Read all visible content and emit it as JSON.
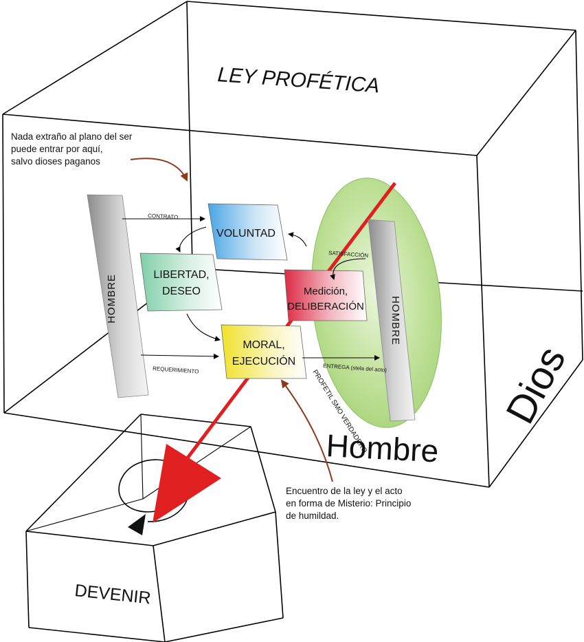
{
  "diagram": {
    "title": "LEY PROFÉTICA",
    "note_top": [
      "Nada extraño al plano del ser",
      "puede entrar por aquí,",
      "salvo dioses paganos"
    ],
    "hombre_left": "HOMBRE",
    "hombre_right": "HOMBRE",
    "voluntad": "VOLUNTAD",
    "libertad": [
      "LIBERTAD,",
      "DESEO"
    ],
    "medicion": [
      "Medición,",
      "DELIBERACIÓN"
    ],
    "moral": [
      "MORAL,",
      "EJECUCIÓN"
    ],
    "contrato": "CONTRATO",
    "requerimiento": "REQUERIMIENTO",
    "satisfaccion": "SATISFACCIÓN",
    "entrega": "ENTREGA (stela del acto)",
    "profeta": "PROFETIL SMO VERDADERO",
    "hombre_big": "Hombre",
    "dios": "Dios",
    "note_bottom": [
      "Encuentro de la ley y el acto",
      "en forma de Misterio: Principio",
      "de humildad."
    ],
    "devenir": "DEVENIR"
  },
  "colors": {
    "red_arrow": "#e02020",
    "brown_arrow": "#8b3a1c",
    "green_ellipse": "#b8dc8e",
    "voluntad": "#5aaee6",
    "libertad": "#8fd6b4",
    "medicion": "#e23a50",
    "moral": "#f2e636",
    "hombre_bar": "#9a9a9a"
  }
}
